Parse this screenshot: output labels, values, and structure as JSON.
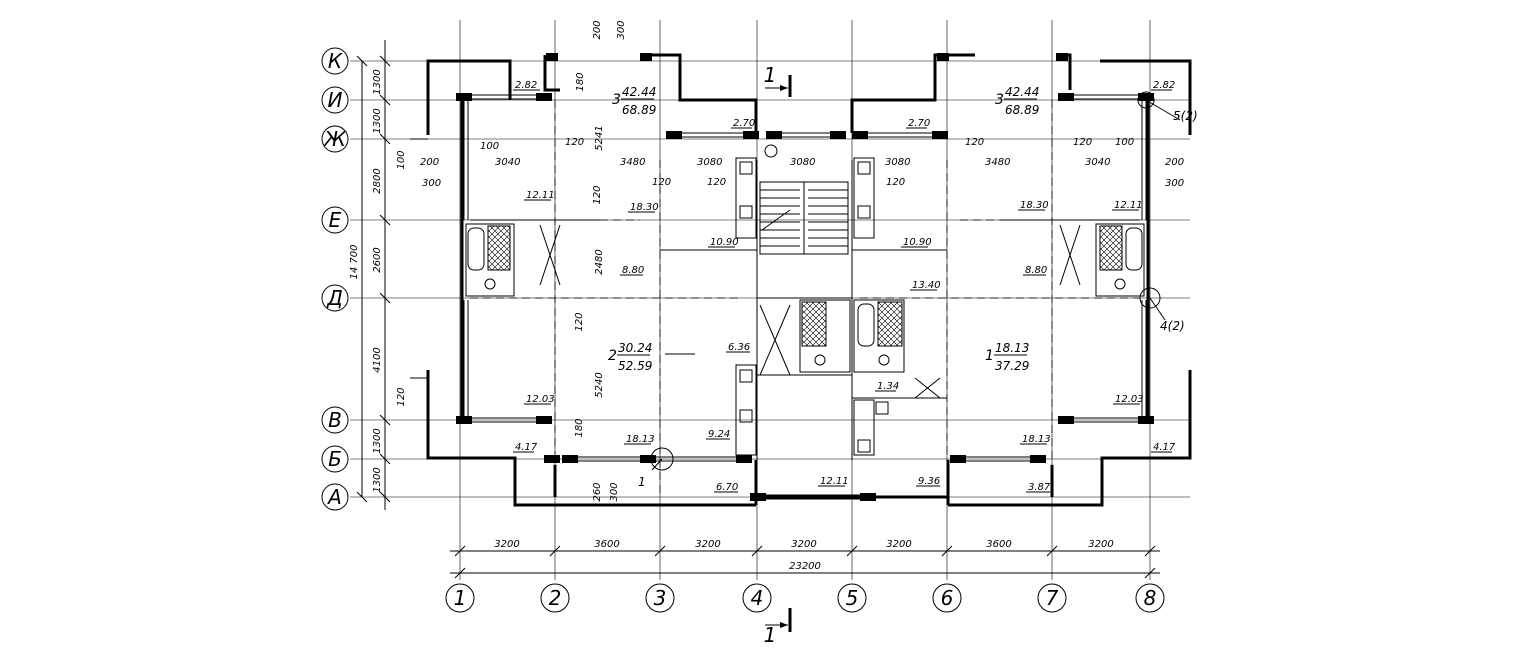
{
  "axes_letters": [
    "К",
    "И",
    "Ж",
    "Е",
    "Д",
    "В",
    "Б",
    "А"
  ],
  "axes_numbers": [
    "1",
    "2",
    "3",
    "4",
    "5",
    "6",
    "7",
    "8"
  ],
  "left_dims": [
    "1300",
    "1300",
    "2800",
    "2600",
    "4100",
    "1300",
    "1300"
  ],
  "overall_left_dim": "14 700",
  "bottom_dims": [
    "3200",
    "3600",
    "3200",
    "3200",
    "3200",
    "3600",
    "3200"
  ],
  "overall_bottom_dim": "23200",
  "section_mark": "1",
  "apartments": [
    {
      "num": "3",
      "living": "42.44",
      "total": "68.89"
    },
    {
      "num": "3",
      "living": "42.44",
      "total": "68.89"
    },
    {
      "num": "2",
      "living": "30.24",
      "total": "52.59"
    },
    {
      "num": "1",
      "living": "18.13",
      "total": "37.29"
    }
  ],
  "room_areas": [
    "2.82",
    "2.82",
    "2.70",
    "2.70",
    "12.11",
    "12.11",
    "18.30",
    "18.30",
    "10.90",
    "10.90",
    "8.80",
    "8.80",
    "13.40",
    "6.36",
    "1.34",
    "12.03",
    "12.03",
    "4.17",
    "4.17",
    "18.13",
    "18.13",
    "9.24",
    "6.70",
    "12.11",
    "9.36",
    "3.87"
  ],
  "wall_dims": [
    "100",
    "200",
    "300",
    "120",
    "3040",
    "3480",
    "3080",
    "5241",
    "2480",
    "5240",
    "180",
    "260",
    "300",
    "200",
    "300",
    "100"
  ],
  "node_refs": [
    "5(2)",
    "4(2)"
  ],
  "window_note_1": "1"
}
